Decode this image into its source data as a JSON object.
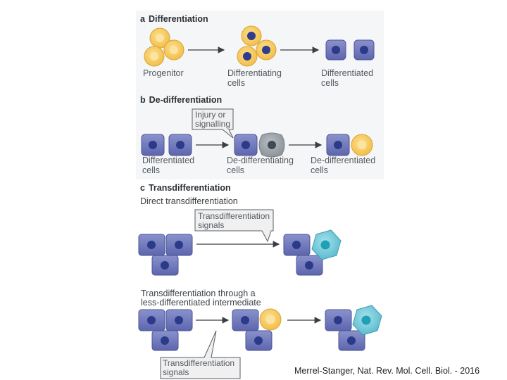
{
  "panel_a": {
    "letter": "a",
    "title": "Differentiation",
    "labels": {
      "progenitor": "Progenitor",
      "differentiating_1": "Differentiating",
      "differentiating_2": "cells",
      "differentiated_1": "Differentiated",
      "differentiated_2": "cells"
    }
  },
  "panel_b": {
    "letter": "b",
    "title": "De-differentiation",
    "callout_1": "Injury or",
    "callout_2": "signalling",
    "labels": {
      "differentiated_1": "Differentiated",
      "differentiated_2": "cells",
      "dedifferentiating_1": "De-differentiating",
      "dedifferentiating_2": "cells",
      "dedifferentiated_1": "De-differentiated",
      "dedifferentiated_2": "cells"
    }
  },
  "panel_c": {
    "letter": "c",
    "title": "Transdifferentiation",
    "direct_label": "Direct transdifferentiation",
    "callout_1a": "Transdifferentiation",
    "callout_1b": "signals",
    "intermediate_label_1": "Transdifferentiation through a",
    "intermediate_label_2": "less-differentiated intermediate",
    "callout_2a": "Transdifferentiation",
    "callout_2b": "signals"
  },
  "citation": "Merrel-Stanger, Nat. Rev. Mol. Cell. Biol. - 2016",
  "colors": {
    "background": "#ffffff",
    "diagram_bg": "#f3f4f5",
    "differentiated_cell": "#6a73b8",
    "differentiated_nucleus": "#2c3a8a",
    "progenitor_cell": "#f6c65b",
    "progenitor_nucleus": "#f9dc8a",
    "dedifferentiating_cell": "#9aa1a8",
    "dedifferentiating_nucleus": "#3f4a52",
    "transdiff_cell": "#66c3d6",
    "transdiff_nucleus": "#1fa0b5",
    "arrow": "#3a3f44",
    "callout_fill": "#f0f0f0",
    "callout_stroke": "#5a5f64"
  }
}
